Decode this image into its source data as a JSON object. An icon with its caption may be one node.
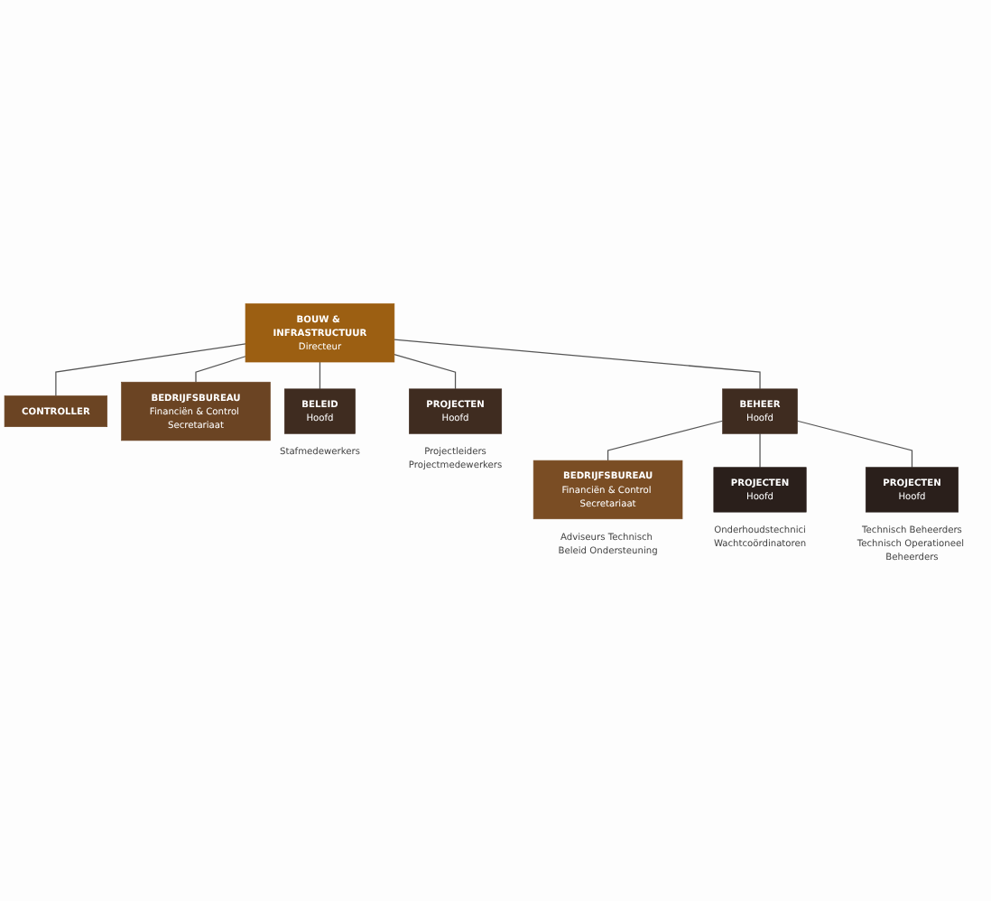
{
  "diagram": {
    "nodes": [
      {
        "text": [
          "BOUW & INFRASTRUCTUUR",
          "Directeur"
        ]
      },
      {
        "text": [
          "CONTROLLER"
        ]
      },
      {
        "text": [
          "BEDRIJFSBUREAU",
          "Financiën & Control Secretariaat"
        ]
      },
      {
        "text": [
          "BELEID",
          "Hoofd"
        ],
        "beside": [
          "Stafmedewerkers"
        ]
      },
      {
        "text": [
          "PROJECTEN",
          "Hoofd"
        ],
        "beside": [
          "Projectleiders",
          "Projectmedewerkers"
        ]
      },
      {
        "text": [
          "BEHEER",
          "Hoofd"
        ]
      },
      {
        "text": [
          "BEDRIJFSBUREAU",
          "Financiën & Control Secretariaat"
        ],
        "beside": [
          "Adviseurs Technisch Beleid Ondersteuning"
        ]
      },
      {
        "text": [
          "PROJECTEN",
          "Hoofd"
        ],
        "beside": [
          "Onderhoudstechnici",
          "Wachtcoördinatoren"
        ]
      },
      {
        "text": [
          "PROJECTEN",
          "Hoofd"
        ],
        "beside": [
          "Technisch Beheerders",
          "Technisch Operationeel Beheerders"
        ]
      }
    ],
    "edges": [
      {
        "from": 0,
        "to": 1,
        "arrow": "none"
      },
      {
        "from": 0,
        "to": 2,
        "arrow": "none"
      },
      {
        "from": 0,
        "to": 3,
        "arrow": "none"
      },
      {
        "from": 0,
        "to": 4,
        "arrow": "none"
      },
      {
        "from": 0,
        "to": 5,
        "arrow": "none"
      },
      {
        "from": 5,
        "to": 6,
        "arrow": "none"
      },
      {
        "from": 5,
        "to": 7,
        "arrow": "none"
      },
      {
        "from": 5,
        "to": 8,
        "arrow": "none"
      }
    ]
  }
}
